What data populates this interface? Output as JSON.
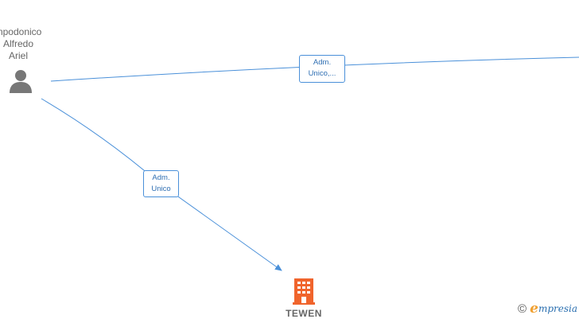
{
  "person": {
    "name": "mpodonico\nAlfredo\nAriel",
    "icon": "person-icon"
  },
  "company": {
    "name": "TEWEN",
    "icon": "building-icon",
    "color": "#f0642c"
  },
  "edges": [
    {
      "id": "person-to-offscreen",
      "label": "Adm.\nUnico,..."
    },
    {
      "id": "person-to-company",
      "label": "Adm.\nUnico"
    }
  ],
  "brand": {
    "copyright": "©",
    "initial": "e",
    "rest": "mpresia"
  },
  "colors": {
    "edge": "#4a90d9",
    "node_text": "#666666",
    "person_icon": "#777777"
  }
}
